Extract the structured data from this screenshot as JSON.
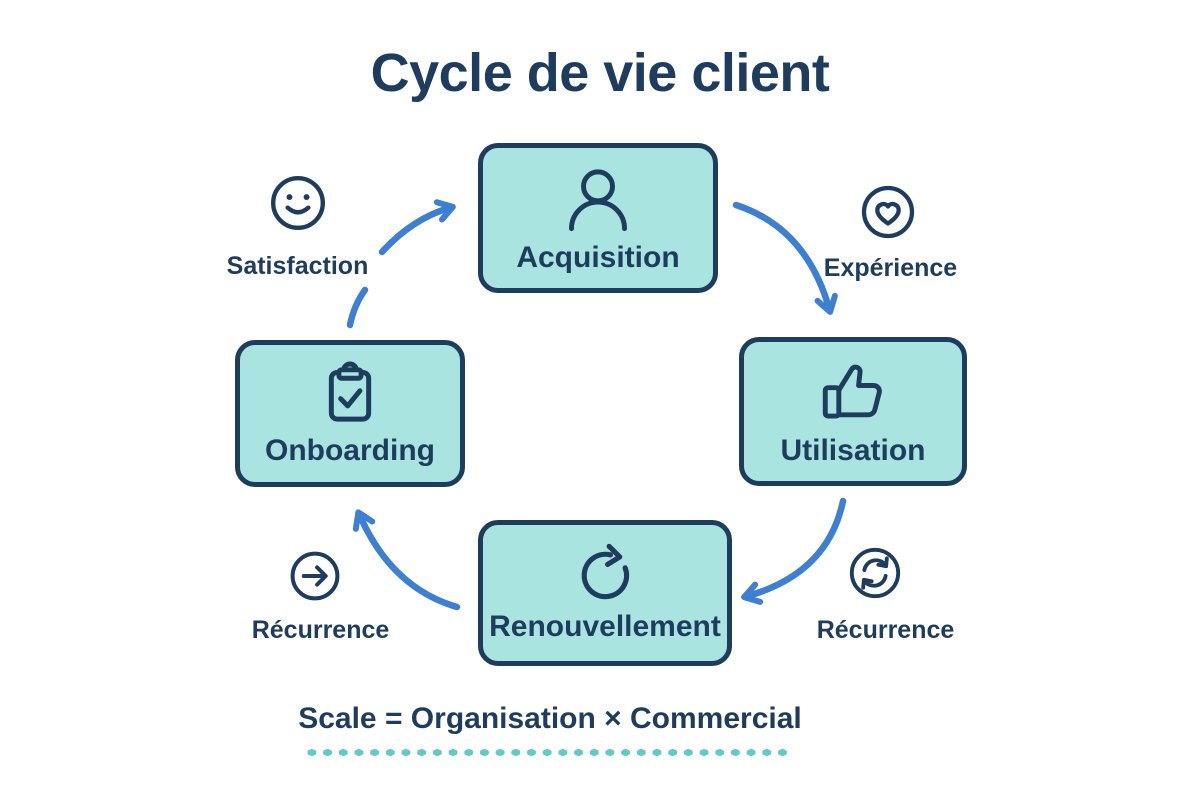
{
  "title": "Cycle de vie client",
  "stages": [
    {
      "label": "Acquisition",
      "icon": "person-icon"
    },
    {
      "label": "Utilisation",
      "icon": "thumbs-up-icon"
    },
    {
      "label": "Renouvellement",
      "icon": "refresh-icon"
    },
    {
      "label": "Onboarding",
      "icon": "clipboard-check-icon"
    }
  ],
  "connectors": [
    {
      "label": "Satisfaction",
      "icon": "smiley-icon"
    },
    {
      "label": "Expérience",
      "icon": "heart-circle-icon"
    },
    {
      "label": "Récurrence",
      "icon": "sync-circle-icon"
    },
    {
      "label": "Récurrence",
      "icon": "arrow-right-circle-icon"
    }
  ],
  "footer": {
    "text": "Scale = Organisation × Commercial"
  },
  "colors": {
    "navy": "#1e3c5e",
    "box_fill": "#aae4e0",
    "arrow_blue": "#3d7fd2",
    "dot_teal": "#63cbc5",
    "background": "#ffffff"
  }
}
